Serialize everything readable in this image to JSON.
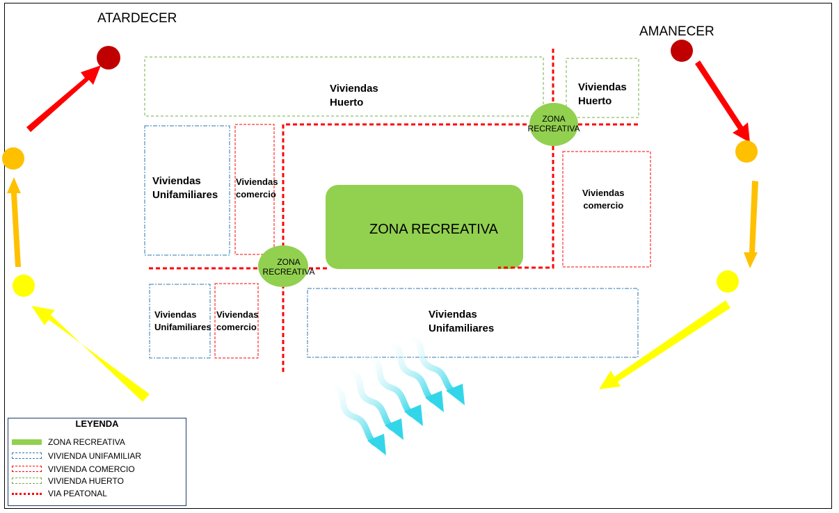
{
  "diagram": {
    "sunset_label": "ATARDECER",
    "sunrise_label": "AMANECER",
    "blocks": {
      "huerto_top": {
        "line1": "Viviendas",
        "line2": "Huerto"
      },
      "huerto_right": {
        "line1": "Viviendas",
        "line2": "Huerto"
      },
      "unifam_left": {
        "line1": "Viviendas",
        "line2": "Unifamiliares"
      },
      "comercio_left": {
        "line1": "Viviendas",
        "line2": "comercio"
      },
      "comercio_right": {
        "line1": "Viviendas",
        "line2": "comercio"
      },
      "unifam_bottom_left": {
        "line1": "Viviendas",
        "line2": "Unifamiliares"
      },
      "comercio_bottom": {
        "line1": "Viviendas",
        "line2": "comercio"
      },
      "unifam_bottom_right": {
        "line1": "Viviendas",
        "line2": "Unifamiliares"
      }
    },
    "zones": {
      "main": "ZONA RECREATIVA",
      "small_top": {
        "line1": "ZONA",
        "line2": "RECREATIVA"
      },
      "small_bottom": {
        "line1": "ZONA",
        "line2": "RECREATIVA"
      }
    },
    "colors": {
      "zone_green": "#92d050",
      "path_red": "#ff0000",
      "unifamiliar_blue": "#2e75b6",
      "comercio_red": "#ff0000",
      "huerto_green": "#70ad47",
      "sun_dark_red": "#c00000",
      "sun_orange": "#ffc000",
      "sun_yellow": "#ffff00",
      "wind_cyan": "#33d6e8"
    }
  },
  "legend": {
    "title": "LEYENDA",
    "items": [
      {
        "label": "ZONA RECREATIVA"
      },
      {
        "label": "VIVIENDA UNIFAMILIAR"
      },
      {
        "label": "VIVIENDA COMERCIO"
      },
      {
        "label": "VIVIENDA HUERTO"
      },
      {
        "label": "VIA PEATONAL"
      }
    ]
  }
}
